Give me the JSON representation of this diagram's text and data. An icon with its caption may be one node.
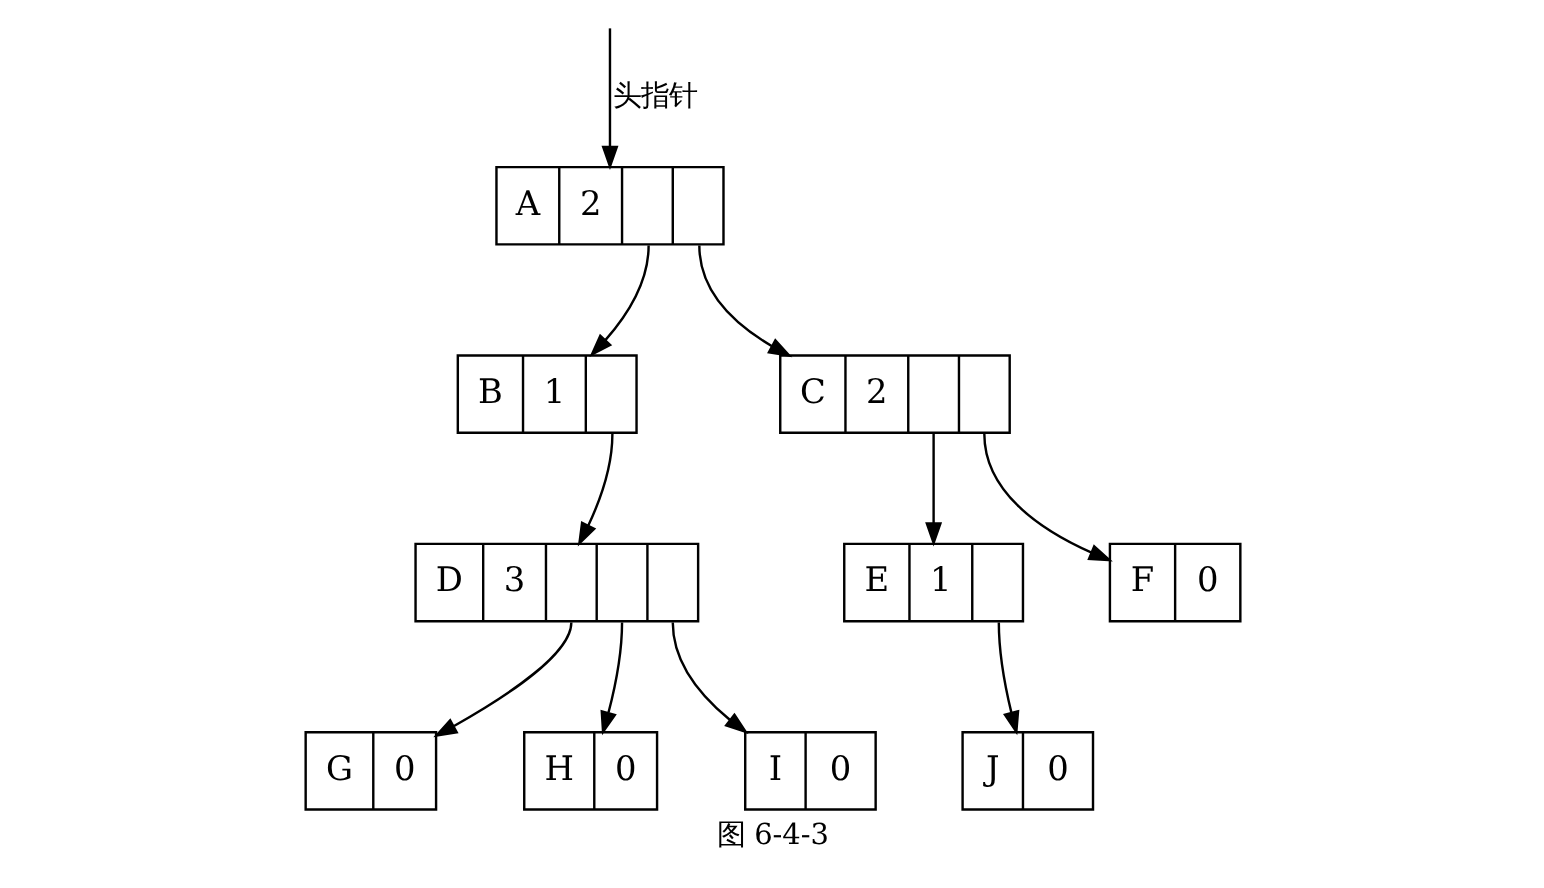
{
  "diagram": {
    "caption": "图 6-4-3",
    "nodes": [
      {
        "text": [
          "A",
          "2"
        ]
      },
      {
        "text": [
          "B",
          "1"
        ]
      },
      {
        "text": [
          "C",
          "2"
        ]
      },
      {
        "text": [
          "D",
          "3"
        ]
      },
      {
        "text": [
          "E",
          "1"
        ]
      },
      {
        "text": [
          "F",
          "0"
        ]
      },
      {
        "text": [
          "G",
          "0"
        ]
      },
      {
        "text": [
          "H",
          "0"
        ]
      },
      {
        "text": [
          "I",
          "0"
        ]
      },
      {
        "text": [
          "J",
          "0"
        ]
      }
    ],
    "edges": [
      {
        "from": null,
        "to": 0,
        "arrow": "to",
        "label": "头指针"
      },
      {
        "from": 0,
        "to": 1,
        "arrow": "to"
      },
      {
        "from": 0,
        "to": 2,
        "arrow": "to"
      },
      {
        "from": 1,
        "to": 3,
        "arrow": "to"
      },
      {
        "from": 2,
        "to": 4,
        "arrow": "to"
      },
      {
        "from": 2,
        "to": 5,
        "arrow": "to"
      },
      {
        "from": 3,
        "to": 6,
        "arrow": "to"
      },
      {
        "from": 3,
        "to": 7,
        "arrow": "to"
      },
      {
        "from": 3,
        "to": 8,
        "arrow": "to"
      },
      {
        "from": 4,
        "to": 9,
        "arrow": "to"
      }
    ]
  }
}
